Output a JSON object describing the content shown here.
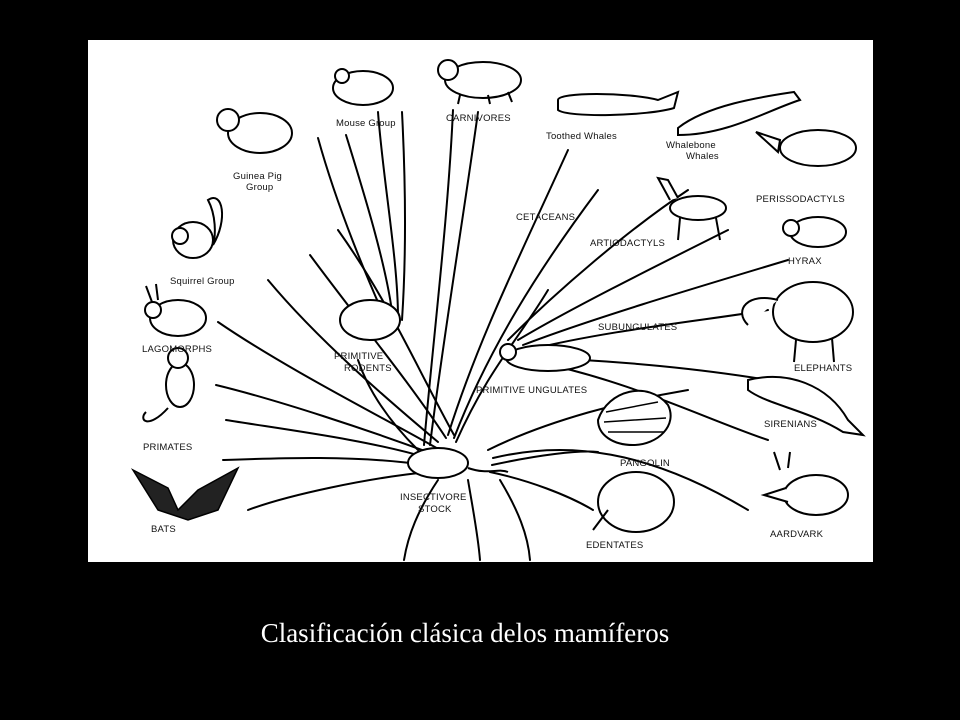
{
  "diagram": {
    "labels": {
      "mouse_group": "Mouse Group",
      "carnivores": "CARNIVORES",
      "toothed_whales": "Toothed Whales",
      "whalebone_whales_1": "Whalebone",
      "whalebone_whales_2": "Whales",
      "guinea_pig_1": "Guinea Pig",
      "guinea_pig_2": "Group",
      "cetaceans": "CETACEANS",
      "perissodactyls": "PERISSODACTYLS",
      "artiodactyls": "ARTIODACTYLS",
      "squirrel_group": "Squirrel Group",
      "hyrax": "HYRAX",
      "lagomorphs": "LAGOMORPHS",
      "subungulates": "SUBUNGULATES",
      "primitive_rodents_1": "PRIMITIVE",
      "primitive_rodents_2": "RODENTS",
      "elephants": "ELEPHANTS",
      "primitive_ungulates": "PRIMITIVE UNGULATES",
      "primates": "PRIMATES",
      "sirenians": "SIRENIANS",
      "pangolin": "PANGOLIN",
      "bats": "BATS",
      "insectivore_stock_1": "INSECTIVORE",
      "insectivore_stock_2": "STOCK",
      "edentates": "EDENTATES",
      "aardvark": "AARDVARK"
    }
  },
  "caption": "Clasificación clásica delos mamíferos"
}
